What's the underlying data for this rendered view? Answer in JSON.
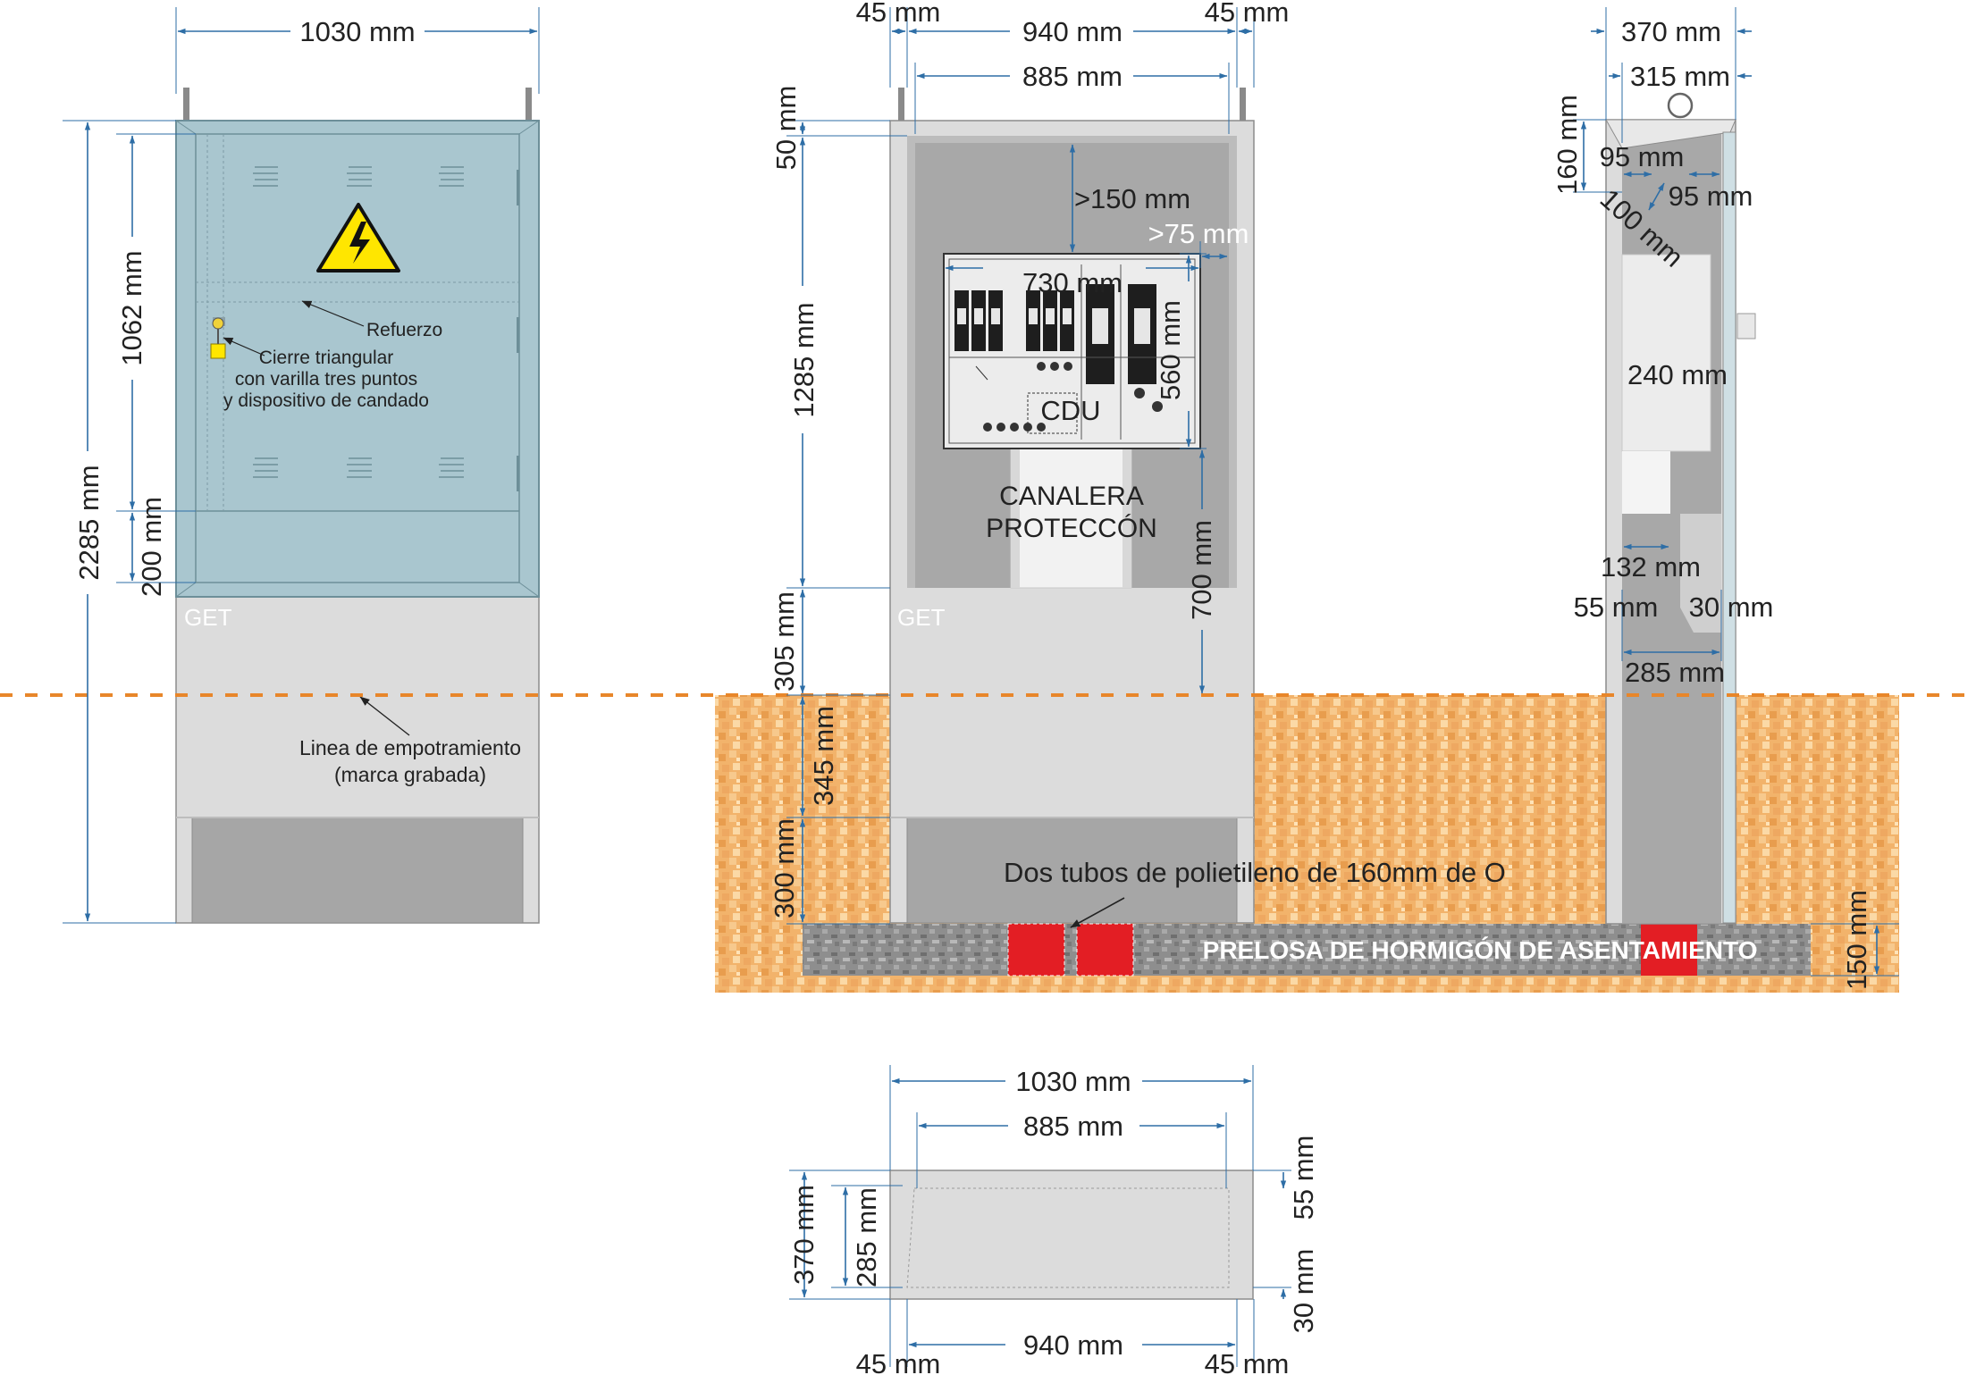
{
  "colors": {
    "dimension": "#2e6ea6",
    "door": "#a9c6cf",
    "concrete": "#dcdcdc",
    "interior": "#a8a8a8",
    "soil": "#f2b36b",
    "slab": "#8b8b8b",
    "tube": "#e31e24",
    "ground_line": "#e8862a",
    "warning": "#ffe600"
  },
  "front_view": {
    "width": "1030 mm",
    "height_total": "2285 mm",
    "door_height": "1062 mm",
    "lower_height": "200 mm",
    "brand": "GET",
    "label_refuerzo": "Refuerzo",
    "label_cierre_1": "Cierre triangular",
    "label_cierre_2": "con varilla tres puntos",
    "label_cierre_3": "y dispositivo de candado",
    "label_linea_1": "Linea de empotramiento",
    "label_linea_2": "(marca grabada)",
    "warning_icon": "high-voltage-warning-icon"
  },
  "section_view": {
    "side_left": "45 mm",
    "inner_width": "940 mm",
    "side_right": "45 mm",
    "opening_width": "885 mm",
    "top_height": "50 mm",
    "inner_height": "1285 mm",
    "plinth_height": "305 mm",
    "embed_height": "345 mm",
    "base_height": "300 mm",
    "clearance_top": ">150 mm",
    "clearance_side": ">75 mm",
    "panel_width": "730 mm",
    "panel_height": "560 mm",
    "panel_label": "CDU",
    "duct_height": "700 mm",
    "duct_label_1": "CANALERA",
    "duct_label_2": "PROTECCÓN",
    "brand": "GET",
    "tubes_label": "Dos tubos de polietileno de 160mm de O",
    "slab_label": "PRELOSA DE HORMIGÓN DE ASENTAMIENTO",
    "slab_height": "150 mm"
  },
  "side_view": {
    "depth_total": "370 mm",
    "depth_inner": "315 mm",
    "roof_height": "160 mm",
    "roof_a": "95 mm",
    "roof_b": "95 mm",
    "roof_diag": "100 mm",
    "duct_height": "240 mm",
    "duct_width": "132 mm",
    "front_wall": "55 mm",
    "back_wall": "30 mm",
    "base_depth": "285 mm"
  },
  "plan_view": {
    "outer_width": "1030 mm",
    "opening_width": "885 mm",
    "depth_total": "370 mm",
    "depth_inner": "285 mm",
    "front_wall": "55 mm",
    "back_wall": "30 mm",
    "side_left": "45 mm",
    "inner_width": "940 mm",
    "side_right": "45 mm"
  }
}
